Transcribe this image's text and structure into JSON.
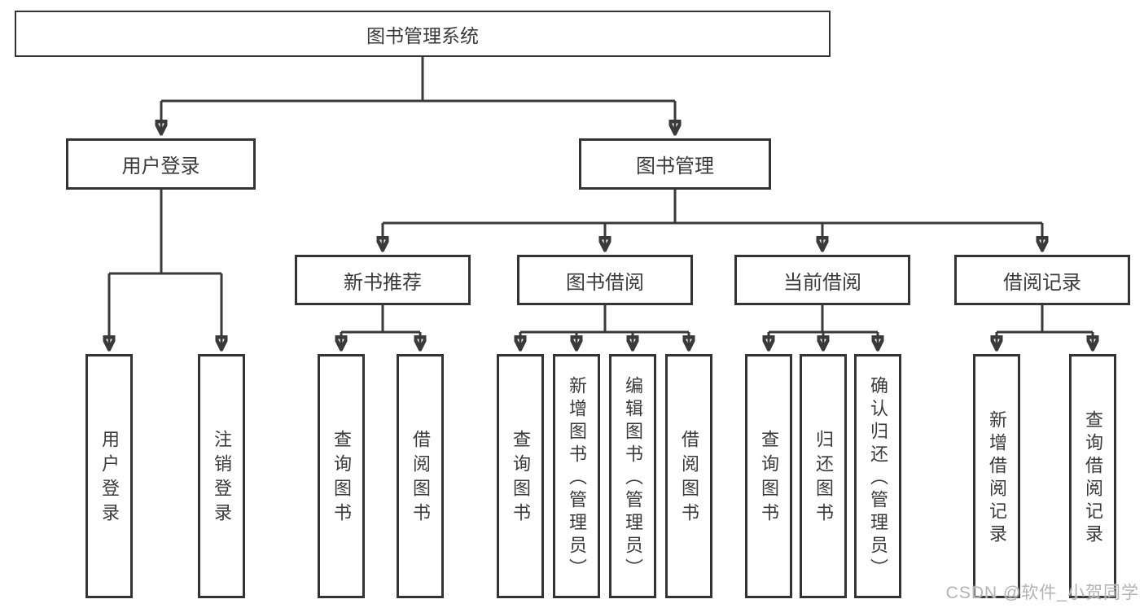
{
  "diagram": {
    "root": {
      "label": "图书管理系统"
    },
    "branches": [
      {
        "label": "用户登录",
        "children": [
          {
            "label": "用户登录"
          },
          {
            "label": "注销登录"
          }
        ]
      },
      {
        "label": "图书管理",
        "groups": [
          {
            "label": "新书推荐",
            "children": [
              {
                "label": "查询图书"
              },
              {
                "label": "借阅图书"
              }
            ]
          },
          {
            "label": "图书借阅",
            "children": [
              {
                "label": "查询图书"
              },
              {
                "label": "新增图书（管理员）"
              },
              {
                "label": "编辑图书（管理员）"
              },
              {
                "label": "借阅图书"
              }
            ]
          },
          {
            "label": "当前借阅",
            "children": [
              {
                "label": "查询图书"
              },
              {
                "label": "归还图书"
              },
              {
                "label": "确认归还（管理员）"
              }
            ]
          },
          {
            "label": "借阅记录",
            "children": [
              {
                "label": "新增借阅记录"
              },
              {
                "label": "查询借阅记录"
              }
            ]
          }
        ]
      }
    ]
  },
  "watermark": {
    "text": "CSDN @软件_小贺同学"
  },
  "colors": {
    "line": "#3a3a3a",
    "text": "#3a3a3a",
    "watermark": "#b3b3b3",
    "background": "#ffffff"
  }
}
